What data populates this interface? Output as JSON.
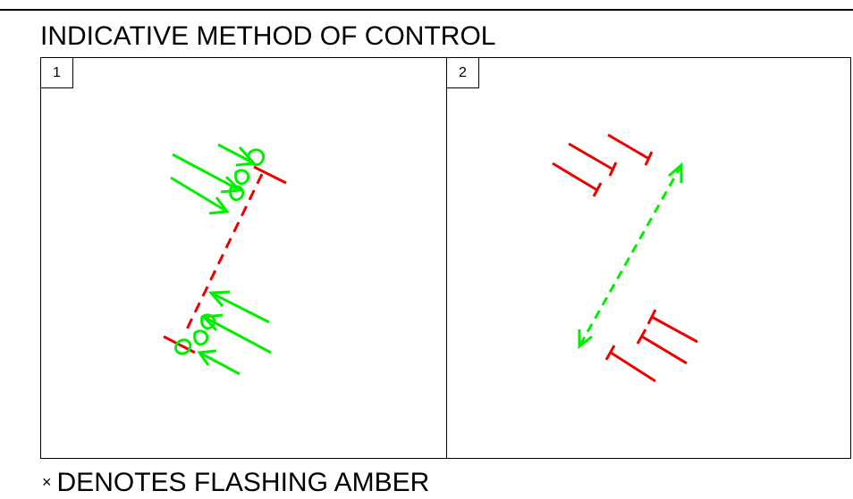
{
  "title": "INDICATIVE METHOD OF CONTROL",
  "panels": [
    {
      "number": "1"
    },
    {
      "number": "2"
    }
  ],
  "footnote": {
    "mark": "×",
    "text": "DENOTES FLASHING AMBER"
  },
  "colors": {
    "go": "#00ee00",
    "stop": "#ee0000",
    "outline": "#000000"
  }
}
